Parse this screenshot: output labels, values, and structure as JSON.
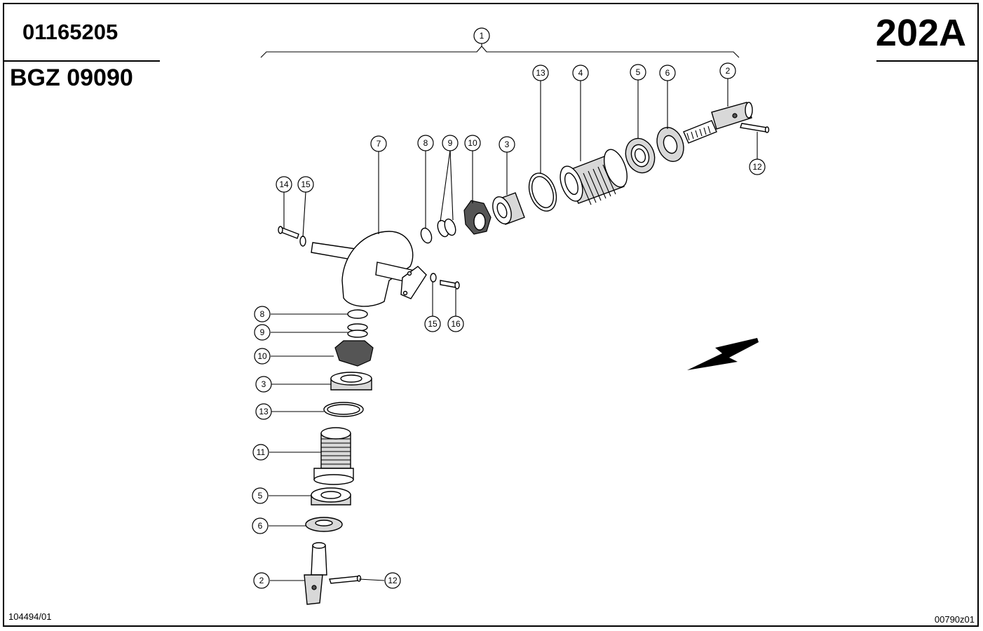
{
  "header": {
    "part_number": "01165205",
    "model_code": "BGZ 09090",
    "page_id": "202A"
  },
  "footer": {
    "left_code": "104494/01",
    "right_code": "00790z01"
  },
  "callouts": [
    "1",
    "2",
    "3",
    "4",
    "5",
    "6",
    "7",
    "8",
    "9",
    "10",
    "11",
    "12",
    "13",
    "14",
    "15",
    "16"
  ]
}
